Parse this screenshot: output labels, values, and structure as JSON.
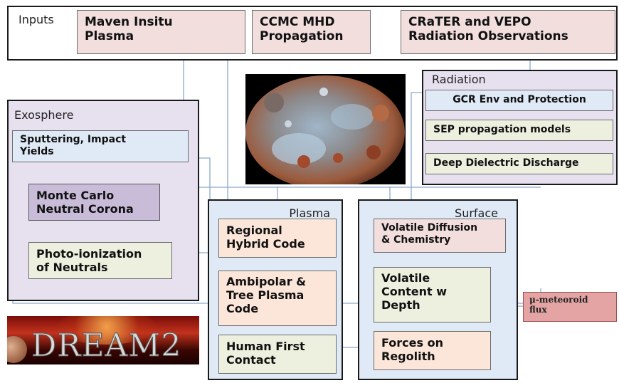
{
  "inputs": {
    "label": "Inputs",
    "items": [
      {
        "label": "Maven Insitu\nPlasma"
      },
      {
        "label": "CCMC MHD\nPropagation"
      },
      {
        "label": "CRaTER and VEPO\nRadiation Observations"
      }
    ]
  },
  "radiation": {
    "label": "Radiation",
    "items": [
      {
        "label": "GCR Env and Protection"
      },
      {
        "label": "SEP propagation models"
      },
      {
        "label": "Deep Dielectric Discharge"
      }
    ]
  },
  "exosphere": {
    "label": "Exosphere",
    "items": [
      {
        "label": "Sputtering, Impact\nYields"
      },
      {
        "label": "Monte Carlo\nNeutral Corona"
      },
      {
        "label": "Photo-ionization\nof Neutrals"
      }
    ]
  },
  "plasma": {
    "label": "Plasma",
    "items": [
      {
        "label": "Regional\nHybrid Code"
      },
      {
        "label": "Ambipolar &\nTree Plasma\nCode"
      },
      {
        "label": "Human First\nContact"
      }
    ]
  },
  "surface": {
    "label": "Surface",
    "items": [
      {
        "label": "Volatile Diffusion\n& Chemistry"
      },
      {
        "label": "Volatile\nContent w\nDepth"
      },
      {
        "label": "Forces on\nRegolith"
      }
    ]
  },
  "meteoroid": {
    "label": "μ-meteoroid\nflux"
  },
  "logo": {
    "text": "DREAM2"
  },
  "colors": {
    "pink": "#f3dede",
    "blue": "#dfeaf6",
    "lavender": "#e7e0ef",
    "purple": "#c9bcd9",
    "cream": "#eef0df",
    "peach": "#fbe6d9",
    "red": "#e4a4a4",
    "link": "#8aa9cc"
  }
}
